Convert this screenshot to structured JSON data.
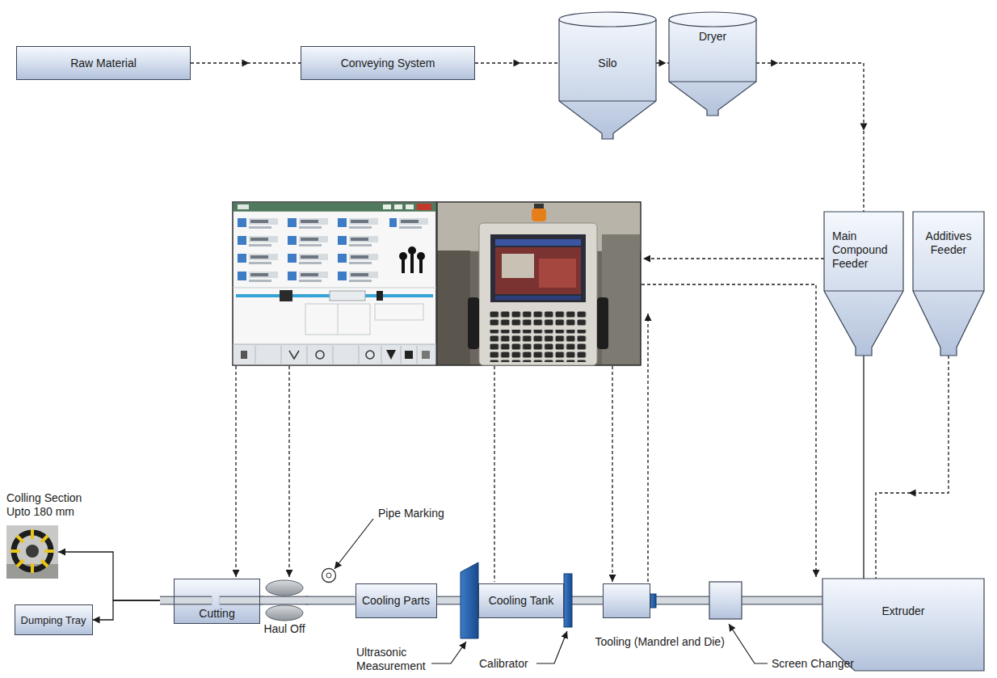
{
  "diagram": {
    "nodes": [
      {
        "text": [
          "Raw Material"
        ]
      },
      {
        "text": [
          "Conveying System"
        ]
      },
      {
        "text": [
          "Silo"
        ]
      },
      {
        "text": [
          "Dryer"
        ]
      },
      {
        "text": [
          "Main Compound Feeder"
        ]
      },
      {
        "text": [
          "Additives Feeder"
        ]
      },
      {
        "text": [
          "Colling Section Upto 180 mm"
        ]
      },
      {
        "text": [
          "Cutting"
        ]
      },
      {
        "text": [
          "Haul Off"
        ]
      },
      {
        "text": [
          "Cooling Parts"
        ]
      },
      {
        "text": [
          "Cooling Tank"
        ]
      },
      {
        "text": [
          "Tooling (Mandrel and Die)"
        ]
      },
      {
        "text": [
          "Extruder"
        ]
      },
      {
        "text": [
          "Dumping Tray"
        ]
      }
    ],
    "edges": [
      {
        "from": 0,
        "to": 1,
        "arrow": "to"
      },
      {
        "from": 1,
        "to": 2,
        "arrow": "to"
      },
      {
        "from": 2,
        "to": 3,
        "arrow": "to"
      },
      {
        "from": 3,
        "to": 4,
        "arrow": "to"
      },
      {
        "from": 4,
        "to": 12,
        "arrow": "none"
      },
      {
        "from": 5,
        "to": 12,
        "arrow": "to"
      },
      {
        "from": 12,
        "to": 11,
        "arrow": "none"
      },
      {
        "from": 11,
        "to": 10,
        "arrow": "none"
      },
      {
        "from": 10,
        "to": 9,
        "arrow": "none"
      },
      {
        "from": 9,
        "to": 8,
        "arrow": "none"
      },
      {
        "from": 8,
        "to": 7,
        "arrow": "none"
      },
      {
        "from": 7,
        "to": 6,
        "arrow": "to"
      },
      {
        "from": 7,
        "to": 13,
        "arrow": "to"
      }
    ],
    "labels": [
      "Pipe Marking",
      "Ultrasonic Measurement",
      "Calibrator",
      "Screen Changer"
    ]
  }
}
